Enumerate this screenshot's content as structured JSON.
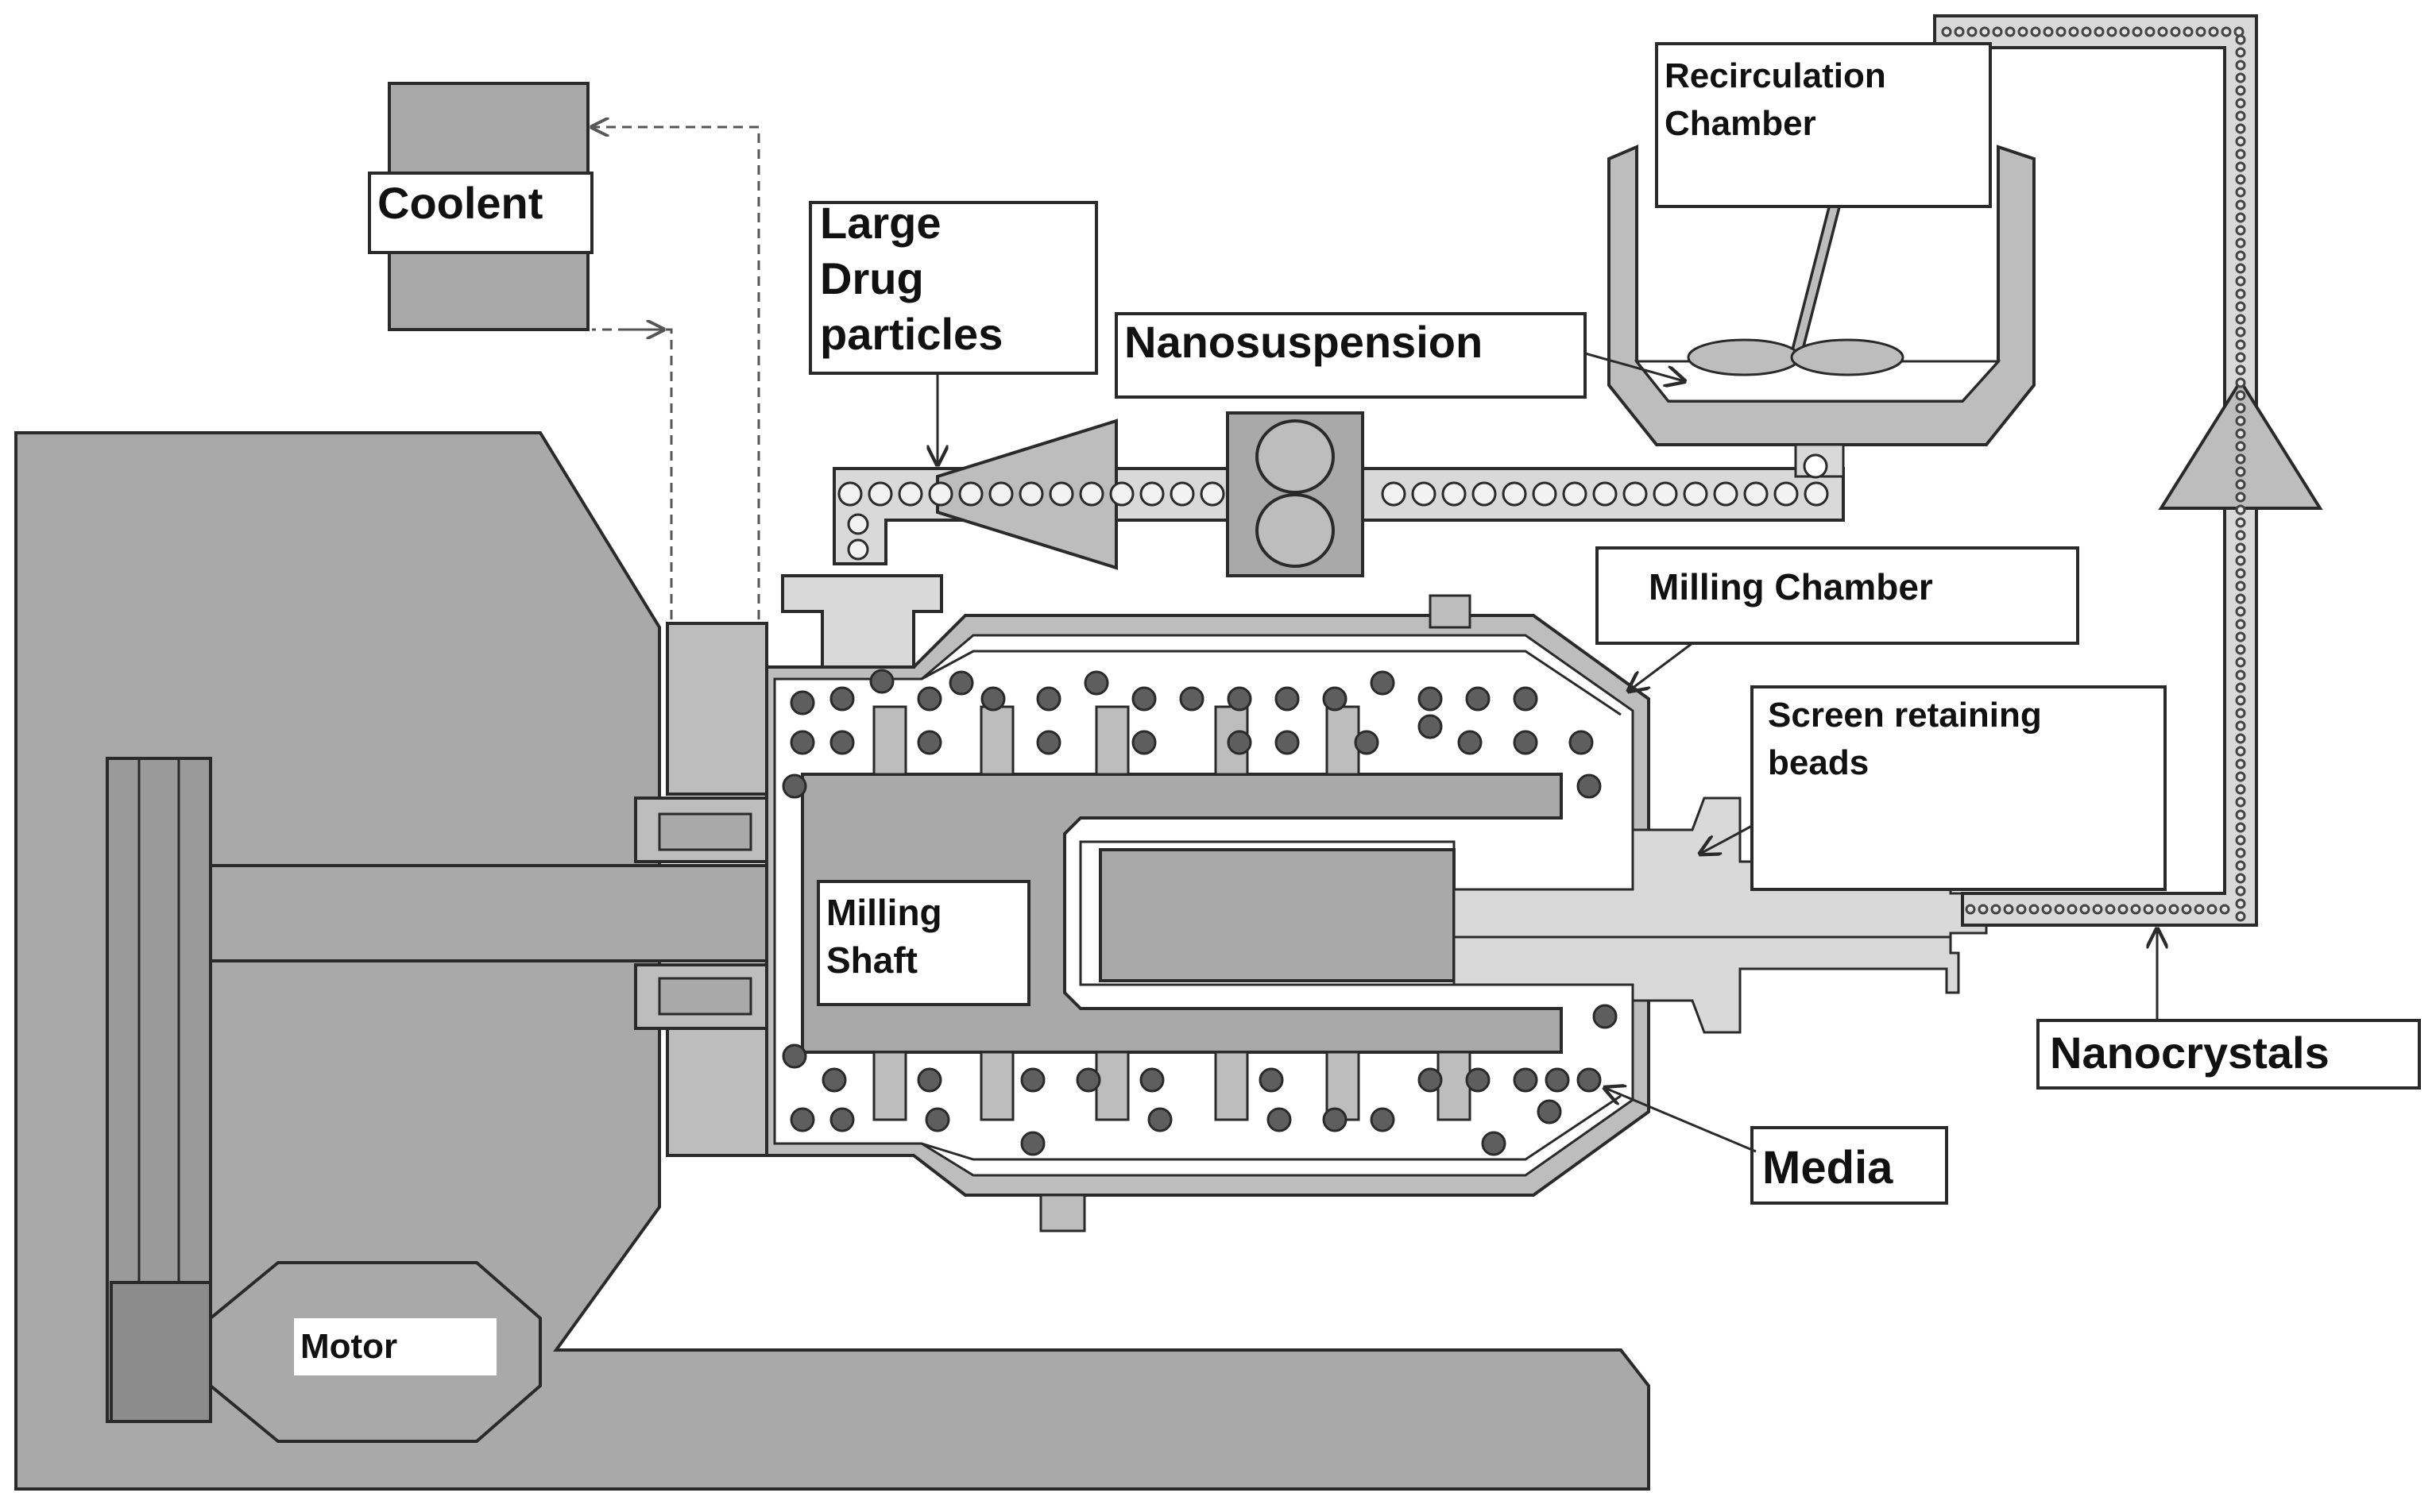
{
  "colors": {
    "machine": "#a9a9a9",
    "machine_dark": "#8c8c8c",
    "chamber": "#bdbdbd",
    "outline": "#2a2a2a",
    "bead": "#5e5e5e",
    "pipe_fill": "#d9d9d9",
    "label_bg": "#ffffff"
  },
  "labels": {
    "coolant": "Coolent",
    "large_drug_line1": "Large",
    "large_drug_line2": "Drug",
    "large_drug_line3": "particles",
    "nanosuspension": "Nanosuspension",
    "recirculation_line1": "Recirculation",
    "recirculation_line2": "Chamber",
    "milling_chamber": "Milling Chamber",
    "screen_line1": "Screen retaining",
    "screen_line2": "beads",
    "milling_shaft_line1": "Milling",
    "milling_shaft_line2": "Shaft",
    "nanocrystals": "Nanocrystals",
    "media": "Media",
    "motor": "Motor"
  },
  "icons": {
    "pump": "pump-icon",
    "arrow": "arrow-icon",
    "valve": "valve-icon"
  }
}
